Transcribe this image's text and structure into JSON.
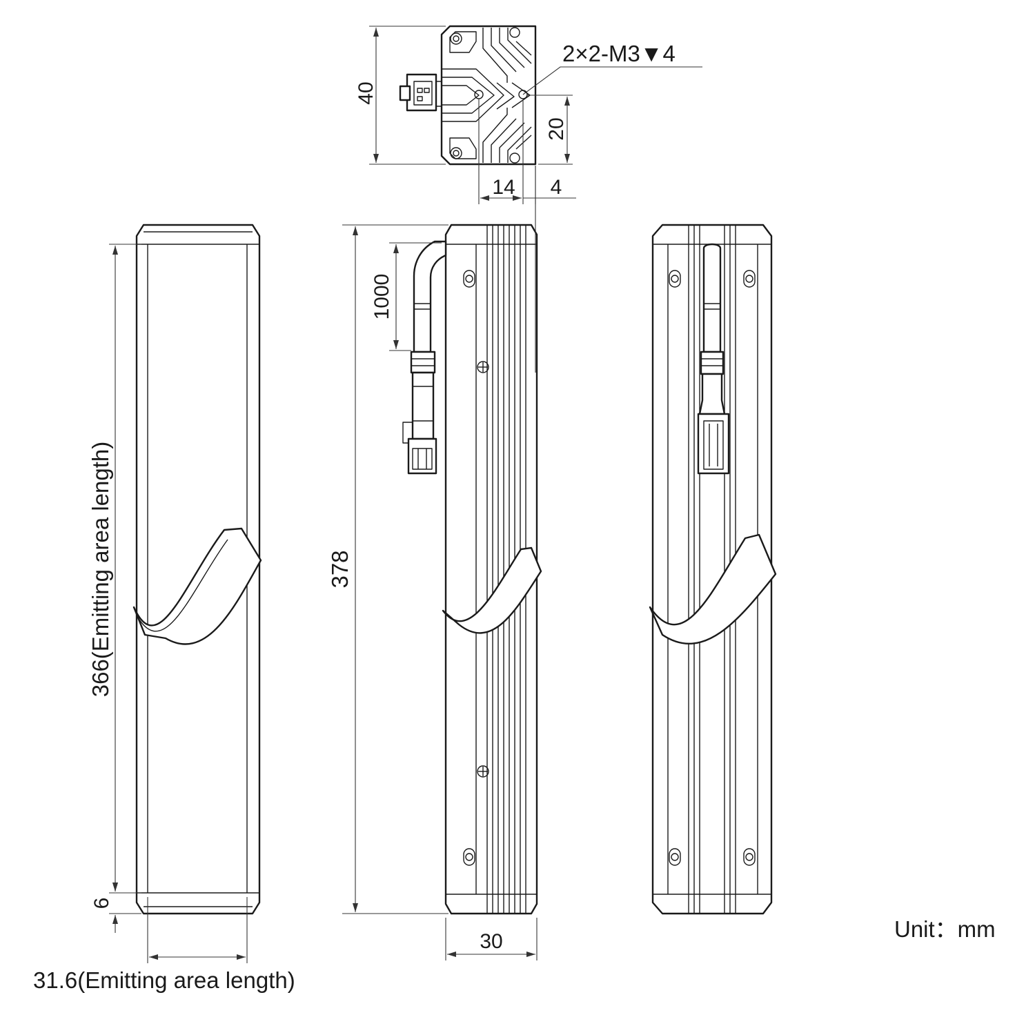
{
  "drawing": {
    "annotations": {
      "hole_spec": "2×2-M3▼4",
      "width_40": "40",
      "depth_20": "20",
      "hole_14": "14",
      "edge_4": "4",
      "cable_1000": "1000",
      "emitting_366": "366(Emitting area length)",
      "end_6": "6",
      "overall_378": "378",
      "width_30": "30",
      "emitting_31_6": "31.6(Emitting area length)",
      "unit": "Unit：mm"
    }
  }
}
